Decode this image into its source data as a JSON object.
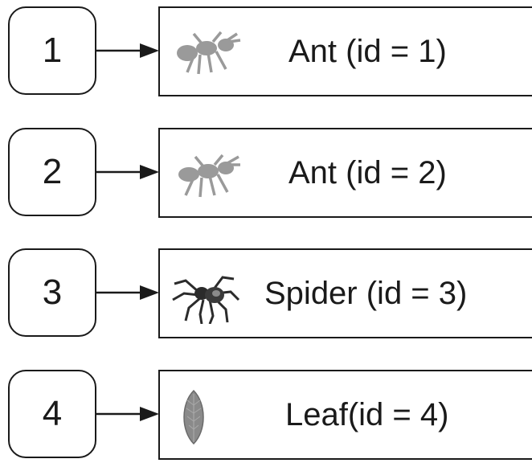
{
  "rows": [
    {
      "key": "1",
      "label": "Ant (id = 1)",
      "icon": "ant-icon"
    },
    {
      "key": "2",
      "label": "Ant (id = 2)",
      "icon": "ant-icon"
    },
    {
      "key": "3",
      "label": "Spider (id = 3)",
      "icon": "spider-icon"
    },
    {
      "key": "4",
      "label": "Leaf(id = 4)",
      "icon": "leaf-icon"
    }
  ],
  "colors": {
    "stroke": "#1a1a1a",
    "ant": "#9a9a9a",
    "spider": "#2b2b2b",
    "leaf": "#8a8a8a"
  }
}
